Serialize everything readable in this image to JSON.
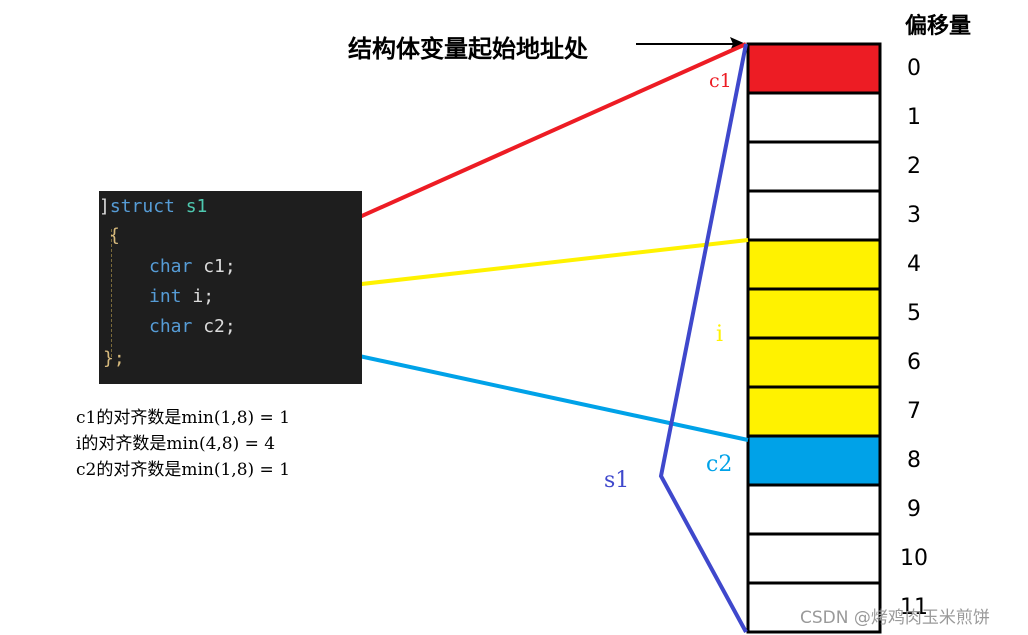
{
  "title_label": "结构体变量起始地址处",
  "offset_header": "偏移量",
  "code": {
    "line1_keyword": "struct",
    "line1_name": "s1",
    "line2": "{",
    "members": [
      {
        "type": "char",
        "name": "c1;"
      },
      {
        "type": "int",
        "name": "i;"
      },
      {
        "type": "char",
        "name": "c2;"
      }
    ],
    "line_end": "};"
  },
  "notes": [
    "c1的对齐数是min(1,8) = 1",
    "i的对齐数是min(4,8) = 4",
    "c2的对齐数是min(1,8) = 1"
  ],
  "offsets": [
    "0",
    "1",
    "2",
    "3",
    "4",
    "5",
    "6",
    "7",
    "8",
    "9",
    "10",
    "11"
  ],
  "cell_colors": [
    "#ed1c24",
    "#ffffff",
    "#ffffff",
    "#ffffff",
    "#fff200",
    "#fff200",
    "#fff200",
    "#fff200",
    "#00a2e8",
    "#ffffff",
    "#ffffff",
    "#ffffff"
  ],
  "labels": {
    "c1": "c1",
    "i": "i",
    "c2": "c2",
    "s1": "s1"
  },
  "colors": {
    "c1": "#ed1c24",
    "i": "#fff200",
    "c2": "#00a2e8",
    "s1": "#3f48cc"
  },
  "watermark": "CSDN @烤鸡肉玉米煎饼"
}
